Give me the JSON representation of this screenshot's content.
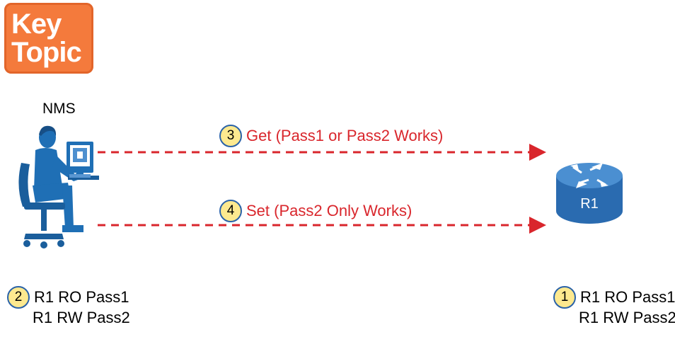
{
  "badge": {
    "line1": "Key",
    "line2": "Topic"
  },
  "nms": {
    "label": "NMS"
  },
  "router": {
    "label": "R1"
  },
  "messages": [
    {
      "step": "3",
      "text": "Get (Pass1 or Pass2 Works)"
    },
    {
      "step": "4",
      "text": "Set (Pass2 Only Works)"
    }
  ],
  "nms_config": {
    "step": "2",
    "lines": [
      "R1 RO Pass1",
      "R1 RW Pass2"
    ]
  },
  "router_config": {
    "step": "1",
    "lines": [
      "R1 RO Pass1",
      "R1 RW Pass2"
    ]
  },
  "colors": {
    "badge_bg": "#f47a3c",
    "arrow": "#d9262c",
    "router_blue": "#2d72b8",
    "person_blue": "#1f6fb5",
    "step_fill": "#fde98f"
  }
}
